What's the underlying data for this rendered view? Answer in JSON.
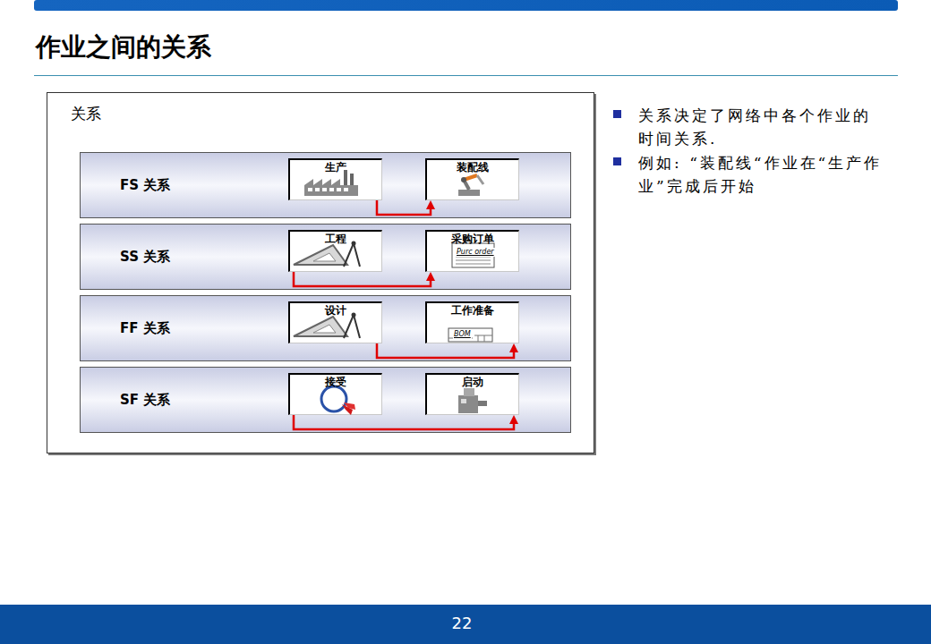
{
  "diagram": {
    "title": "作业之间的关系",
    "nodes": [
      {
        "text": [
          "关系"
        ]
      },
      {
        "text": [
          "FS 关系"
        ],
        "in": 0
      },
      {
        "text": [
          "生产"
        ],
        "in": 1
      },
      {
        "text": [
          "装配线"
        ],
        "in": 1
      },
      {
        "text": [
          "SS 关系"
        ],
        "in": 0
      },
      {
        "text": [
          "工程"
        ],
        "in": 4
      },
      {
        "text": [
          "采购订单",
          "Purc order"
        ],
        "in": 4
      },
      {
        "text": [
          "FF 关系"
        ],
        "in": 0
      },
      {
        "text": [
          "设计"
        ],
        "in": 7
      },
      {
        "text": [
          "工作准备",
          "BOM"
        ],
        "in": 7
      },
      {
        "text": [
          "SF 关系"
        ],
        "in": 0
      },
      {
        "text": [
          "接受"
        ],
        "in": 10
      },
      {
        "text": [
          "启动"
        ],
        "in": 10
      }
    ],
    "edges": [
      {
        "from": 2,
        "to": 3,
        "arrow": "to"
      },
      {
        "from": 5,
        "to": 6,
        "arrow": "to"
      },
      {
        "from": 8,
        "to": 9,
        "arrow": "to"
      },
      {
        "from": 11,
        "to": 12,
        "arrow": "to"
      }
    ],
    "labels": [
      "关系决定了网络中各个作业的时间关系.",
      "例如: “装配线“作业在“生产作业”完成后开始",
      "22"
    ]
  }
}
